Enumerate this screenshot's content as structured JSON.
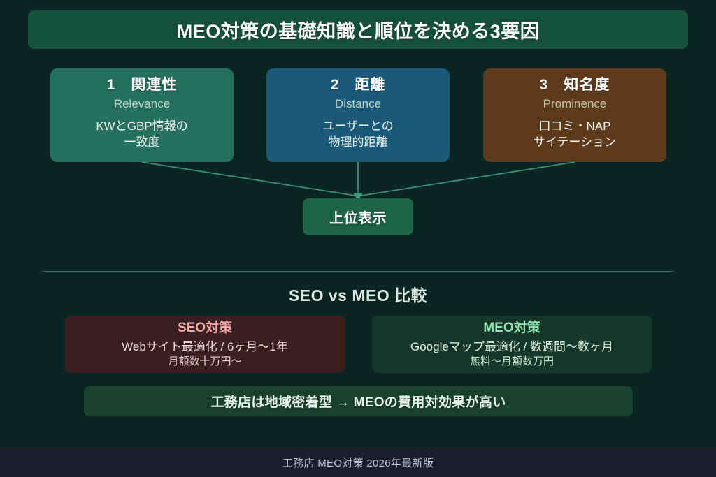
{
  "header": {
    "title": "MEO対策の基礎知識と順位を決める3要因"
  },
  "factors": [
    {
      "heading": "1　関連性",
      "subtitle": "Relevance",
      "description_line1": "KWとGBP情報の",
      "description_line2": "一致度",
      "color": "#24705b"
    },
    {
      "heading": "2　距離",
      "subtitle": "Distance",
      "description_line1": "ユーザーとの",
      "description_line2": "物理的距離",
      "color": "#1a5a78"
    },
    {
      "heading": "3　知名度",
      "subtitle": "Prominence",
      "description_line1": "口コミ・NAP",
      "description_line2": "サイテーション",
      "color": "#5e3a1c"
    }
  ],
  "result": {
    "label": "上位表示",
    "color": "#1e6448",
    "connector_color": "#3f9b7d"
  },
  "comparison": {
    "heading": "SEO vs MEO 比較",
    "cards": [
      {
        "title": "SEO対策",
        "line1": "Webサイト最適化 / 6ヶ月〜1年",
        "line2": "月額数十万円〜",
        "background": "#3a1e20",
        "title_color": "#f0a8a8"
      },
      {
        "title": "MEO対策",
        "line1": "Googleマップ最適化 / 数週間〜数ヶ月",
        "line2": "無料〜月額数万円",
        "background": "#16362a",
        "title_color": "#8fe5b0"
      }
    ]
  },
  "conclusion": {
    "text": "工務店は地域密着型 → MEOの費用対効果が高い",
    "background": "#18402f"
  },
  "footer": {
    "text": "工務店 MEO対策 2026年最新版",
    "background": "#1c1f2b"
  },
  "theme": {
    "page_background": "#0a2620",
    "title_background": "#15503c",
    "divider_color": "#3d6355"
  }
}
